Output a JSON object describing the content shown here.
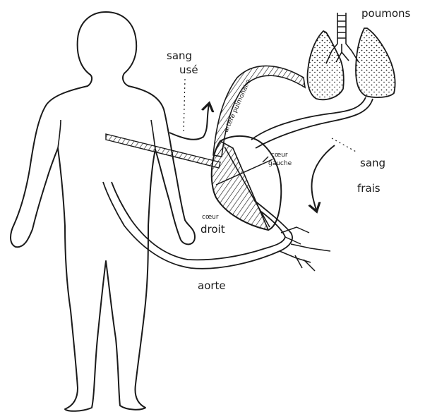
{
  "labels": {
    "poumons": "poumons",
    "sang_use_1": "sang",
    "sang_use_2": "usé",
    "artere": "artère pulmonaire",
    "coeur_gauche_1": "cœur",
    "coeur_gauche_2": "gauche",
    "sang_frais_1": "sang",
    "sang_frais_2": "frais",
    "coeur_droit_1": "cœur",
    "coeur_droit_2": "droit",
    "aorte": "aorte"
  },
  "colors": {
    "ink": "#1a1a1a",
    "paper": "#ffffff"
  }
}
